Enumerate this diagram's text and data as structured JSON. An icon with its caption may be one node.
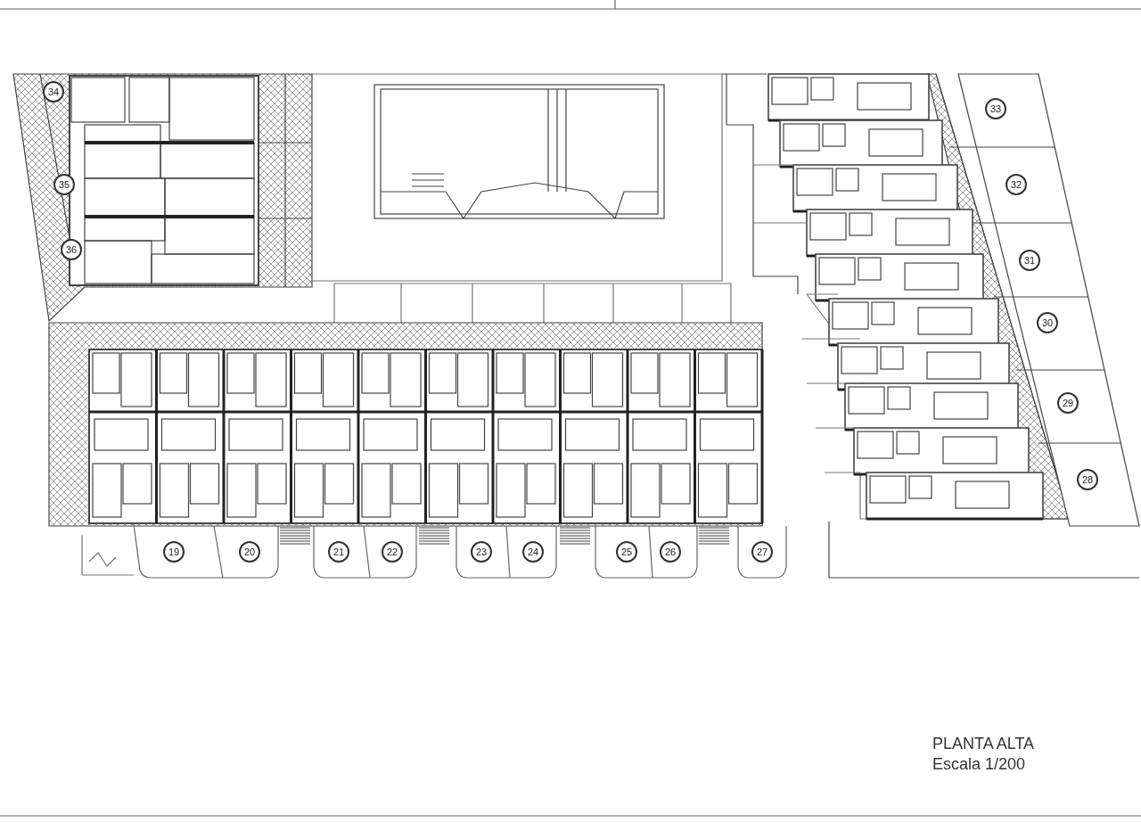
{
  "diagram": {
    "title": "PLANTA ALTA",
    "caption": "Escala 1/200",
    "labels": [
      "34",
      "35",
      "36",
      "33",
      "32",
      "31",
      "30",
      "29",
      "28",
      "19",
      "20",
      "21",
      "22",
      "23",
      "24",
      "25",
      "26",
      "27"
    ]
  }
}
